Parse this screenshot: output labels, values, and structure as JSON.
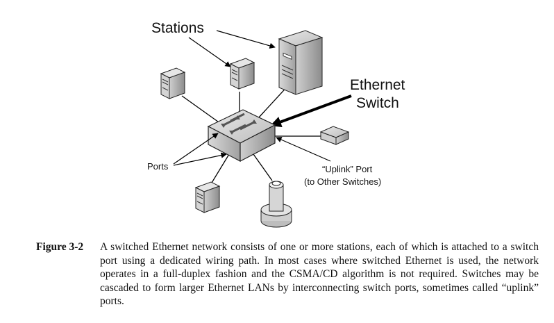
{
  "diagram": {
    "labels": {
      "stations": "Stations",
      "switch_line1": "Ethernet",
      "switch_line2": "Switch",
      "ports": "Ports",
      "uplink_line1": "“Uplink” Port",
      "uplink_line2": "(to Other Switches)"
    }
  },
  "caption": {
    "figure_label": "Figure 3-2",
    "text": "A switched Ethernet network consists of one or more stations, each of which is attached to a switch port using a dedicated wiring path. In most cases where switched Ethernet is used, the network operates in a full-duplex fashion and the CSMA/CD algorithm is not required. Switches may be cascaded to form larger Ethernet LANs by interconnecting switch ports, sometimes called “uplink” ports."
  }
}
